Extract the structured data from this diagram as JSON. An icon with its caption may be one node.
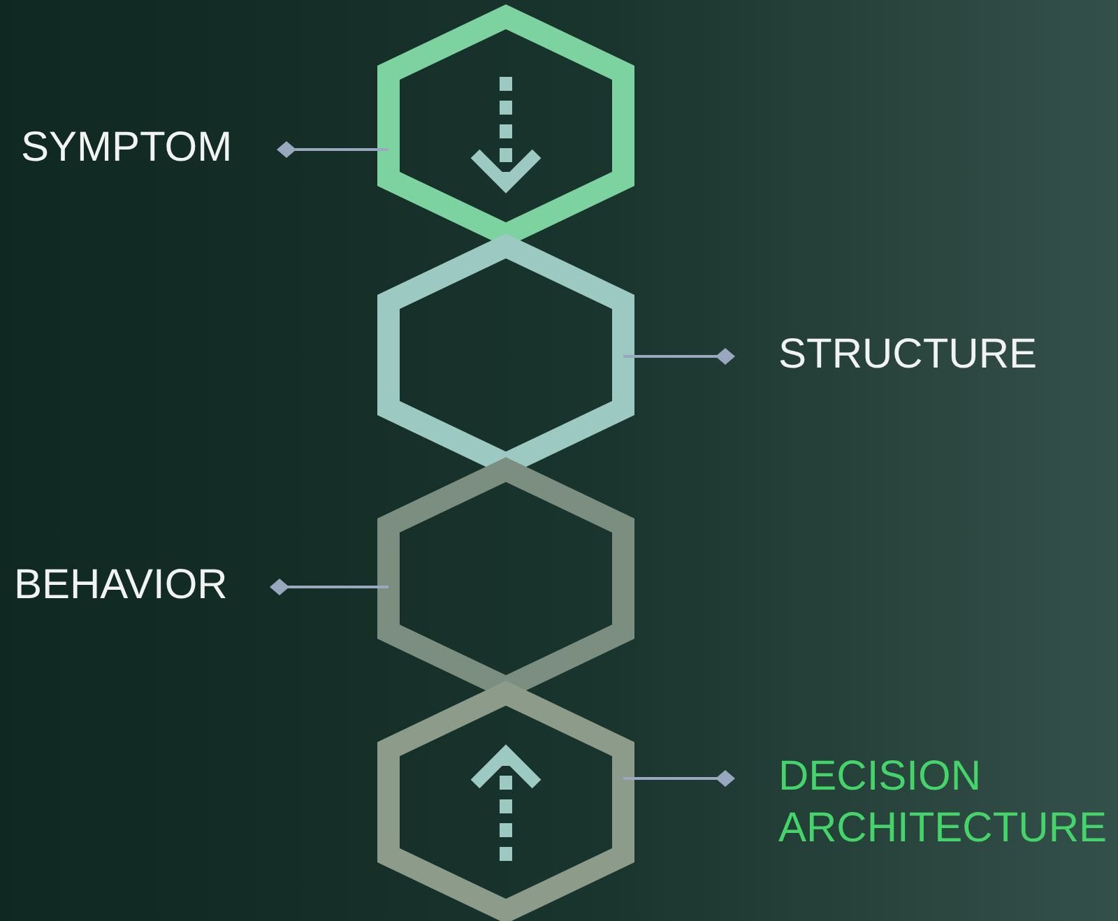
{
  "diagram": {
    "nodes": [
      {
        "text": [
          "SYMPTOM"
        ]
      },
      {
        "text": [],
        "shape": "hexagon"
      },
      {
        "text": [
          "STRUCTURE"
        ]
      },
      {
        "text": [],
        "shape": "hexagon"
      },
      {
        "text": [
          "BEHAVIOR"
        ]
      },
      {
        "text": [],
        "shape": "hexagon"
      },
      {
        "text": [
          "DECISION ARCHITECTURE"
        ]
      },
      {
        "text": [],
        "shape": "hexagon"
      }
    ],
    "edges": [
      {
        "from": 0,
        "to": 1,
        "arrow": "other"
      },
      {
        "from": 2,
        "to": 3,
        "arrow": "other"
      },
      {
        "from": 4,
        "to": 5,
        "arrow": "other"
      },
      {
        "from": 6,
        "to": 7,
        "arrow": "other"
      }
    ]
  }
}
